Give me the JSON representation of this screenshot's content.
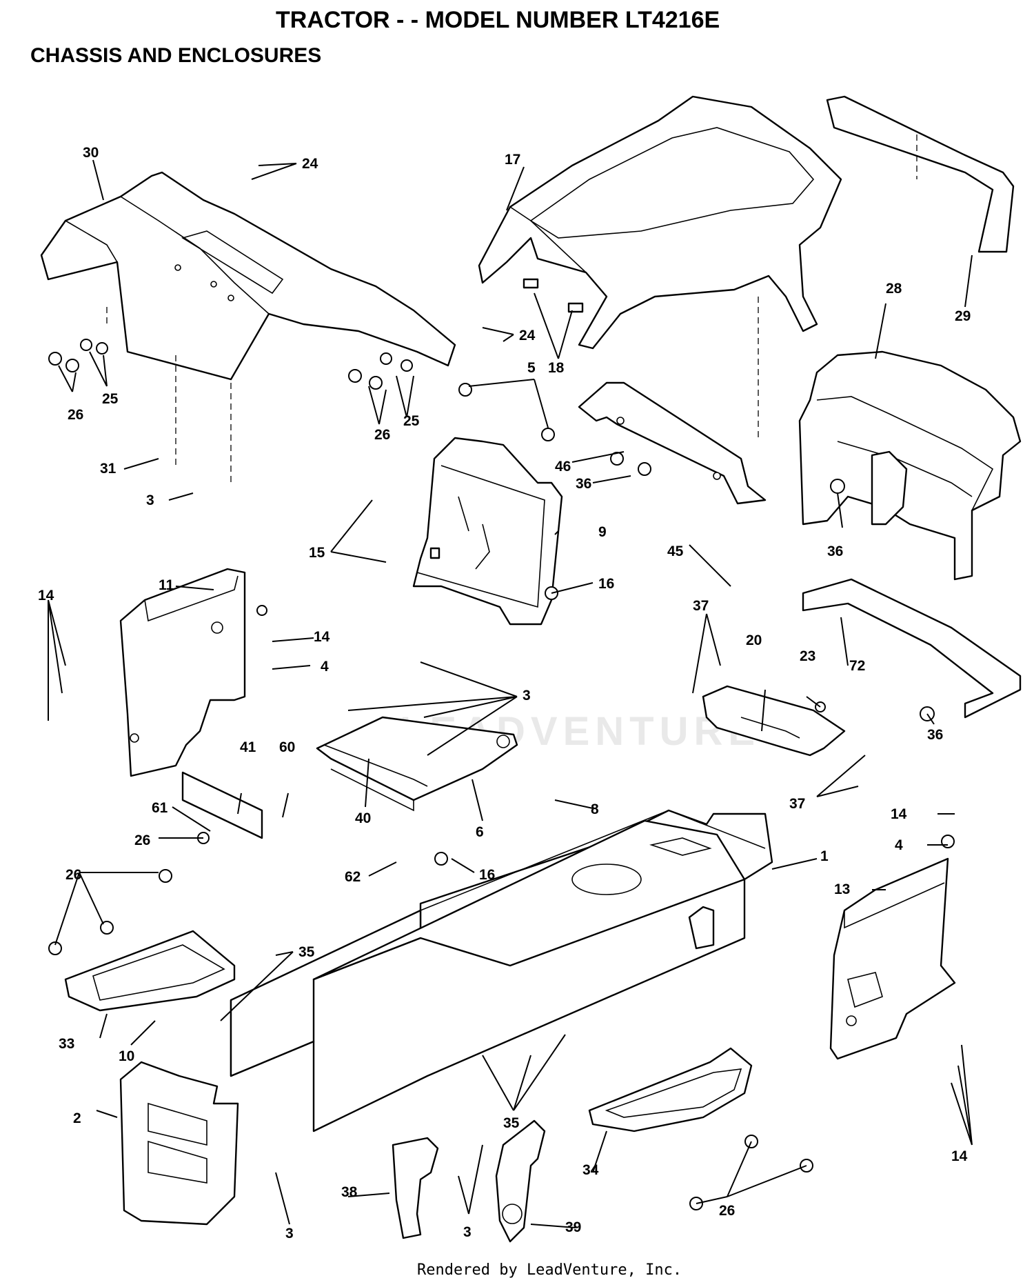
{
  "title": "TRACTOR - - MODEL NUMBER LT4216E",
  "section": "CHASSIS AND ENCLOSURES",
  "footer": "Rendered by LeadVenture, Inc.",
  "watermark": "LEADVENTURE",
  "callouts": [
    "30",
    "24",
    "17",
    "29",
    "28",
    "24",
    "18",
    "5",
    "26",
    "25",
    "26",
    "25",
    "46",
    "36",
    "31",
    "3",
    "9",
    "15",
    "45",
    "36",
    "16",
    "11",
    "14",
    "14",
    "4",
    "3",
    "37",
    "20",
    "23",
    "72",
    "36",
    "41",
    "60",
    "40",
    "6",
    "37",
    "61",
    "26",
    "8",
    "14",
    "4",
    "1",
    "62",
    "16",
    "26",
    "13",
    "35",
    "33",
    "10",
    "35",
    "2",
    "38",
    "3",
    "3",
    "39",
    "34",
    "26",
    "14"
  ]
}
